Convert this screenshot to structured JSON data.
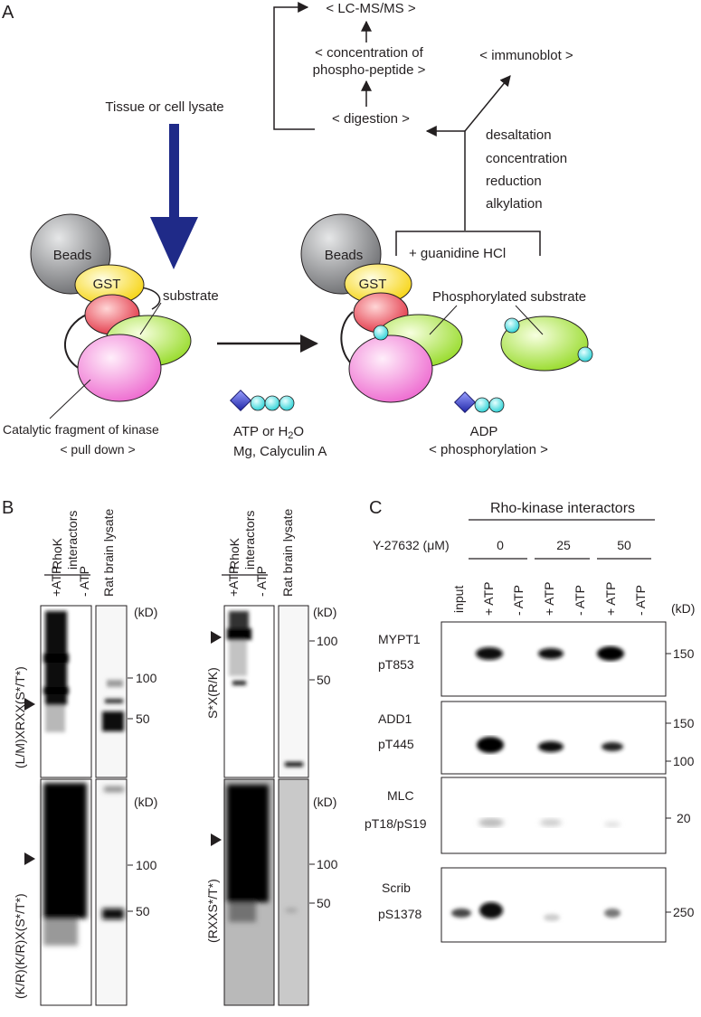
{
  "panels": {
    "a": "A",
    "b": "B",
    "c": "C"
  },
  "scheme": {
    "lcms": "< LC-MS/MS >",
    "concentration_1": "< concentration of",
    "concentration_2": "phospho-peptide >",
    "immunoblot": "< immunoblot >",
    "digestion": "< digestion >",
    "tissue": "Tissue or cell lysate",
    "steps": [
      "desaltation",
      "concentration",
      "reduction",
      "alkylation"
    ],
    "guanidine": "+ guanidine HCl",
    "beads": "Beads",
    "gst": "GST",
    "substrate": "substrate",
    "phospho_substrate": "Phosphorylated substrate",
    "catalytic": "Catalytic fragment of kinase",
    "pull_down": "< pull down >",
    "atp_line1": "ATP or H",
    "atp_sub": "2",
    "atp_o": "O",
    "atp_line2": "Mg, Calyculin A",
    "adp": "ADP",
    "phosphorylation": "< phosphorylation >"
  },
  "panel_b": {
    "lanes": [
      "+ATP",
      "- ATP",
      "Rat brain lysate"
    ],
    "group_label_1": "RhoK",
    "group_label_2": "interactors",
    "kd": "(kD)",
    "blots": [
      {
        "motif": "(L/M)XRXX(S*/T*)",
        "markers": [
          "100",
          "50"
        ]
      },
      {
        "motif": "S*X(R/K)",
        "markers": [
          "100",
          "50"
        ]
      },
      {
        "motif": "(K/R)(K/R)X(S*/T*)",
        "markers": [
          "100",
          "50"
        ]
      },
      {
        "motif": "(RXXS*/T*)",
        "markers": [
          "100",
          "50"
        ]
      }
    ]
  },
  "panel_c": {
    "title": "Rho-kinase interactors",
    "inhibitor_prefix": "Y-27632 (",
    "inhibitor_mu": "μ",
    "inhibitor_suffix": "M)",
    "doses": [
      "0",
      "25",
      "50"
    ],
    "lanes": [
      "input",
      "+ ATP",
      "- ATP",
      "+ ATP",
      "- ATP",
      "+ ATP",
      "- ATP"
    ],
    "kd": "(kD)",
    "blots": [
      {
        "protein": "MYPT1",
        "site": "pT853",
        "markers": [
          "150"
        ]
      },
      {
        "protein": "ADD1",
        "site": "pT445",
        "markers": [
          "150",
          "100"
        ]
      },
      {
        "protein": "MLC",
        "site": "pT18/pS19",
        "markers": [
          "20"
        ]
      },
      {
        "protein": "Scrib",
        "site": "pS1378",
        "markers": [
          "250"
        ]
      }
    ]
  },
  "colors": {
    "beads": "#a7a9ac",
    "gst": "#fff27a",
    "red_domain": "#ef5a66",
    "substrate": "#b6f252",
    "kinase": "#f59ad8",
    "phospho": "#46e6e6",
    "atp_diamond": "#4a50d6",
    "big_arrow": "#1f2a88"
  }
}
